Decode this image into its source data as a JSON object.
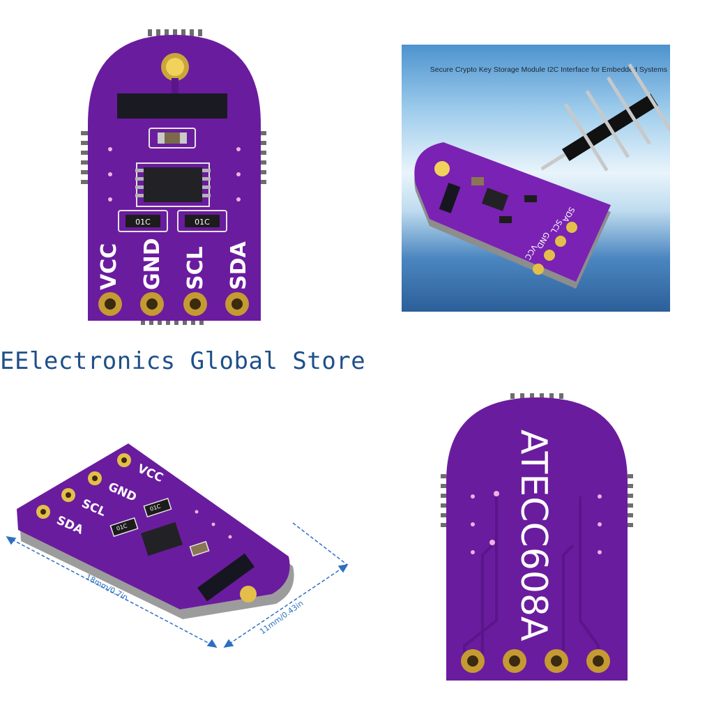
{
  "front_view": {
    "pins": [
      "VCC",
      "GND",
      "SCL",
      "SDA"
    ],
    "resistor_marking": "01C"
  },
  "promo": {
    "title": "Secure Crypto Key Storage Module I2C Interface for Embedded Systems",
    "pins": [
      "VCC",
      "GND",
      "SCL",
      "SDA"
    ]
  },
  "store_name": "EElectronics Global Store",
  "angle_view": {
    "pins": [
      "VCC",
      "GND",
      "SCL",
      "SDA"
    ],
    "resistor_marking": "01C",
    "length_label": "18mm/0.7in",
    "width_label": "11mm/0.43in"
  },
  "back_view": {
    "chip_label": "ATECC608A"
  },
  "colors": {
    "pcb": "#6a1c9e",
    "pad": "#e3bf4a",
    "dimension": "#2c6fc2",
    "store_text": "#1f4f88"
  }
}
